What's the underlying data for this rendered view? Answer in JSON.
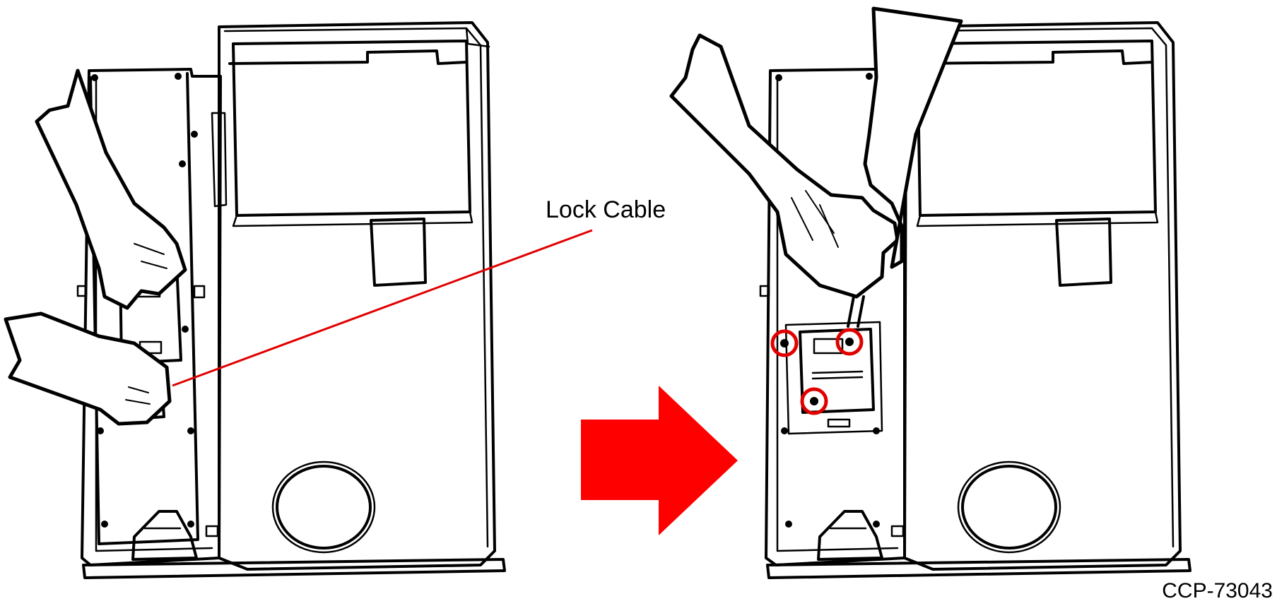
{
  "callout": {
    "label": "Lock Cable"
  },
  "figure_id": "CCP-73043",
  "colors": {
    "ink": "#000000",
    "highlight": "#e00000",
    "arrow": "#ff0000",
    "background": "#ffffff"
  },
  "icons": {
    "transition": "right-arrow-icon",
    "markers": "screw-highlight-circle"
  }
}
